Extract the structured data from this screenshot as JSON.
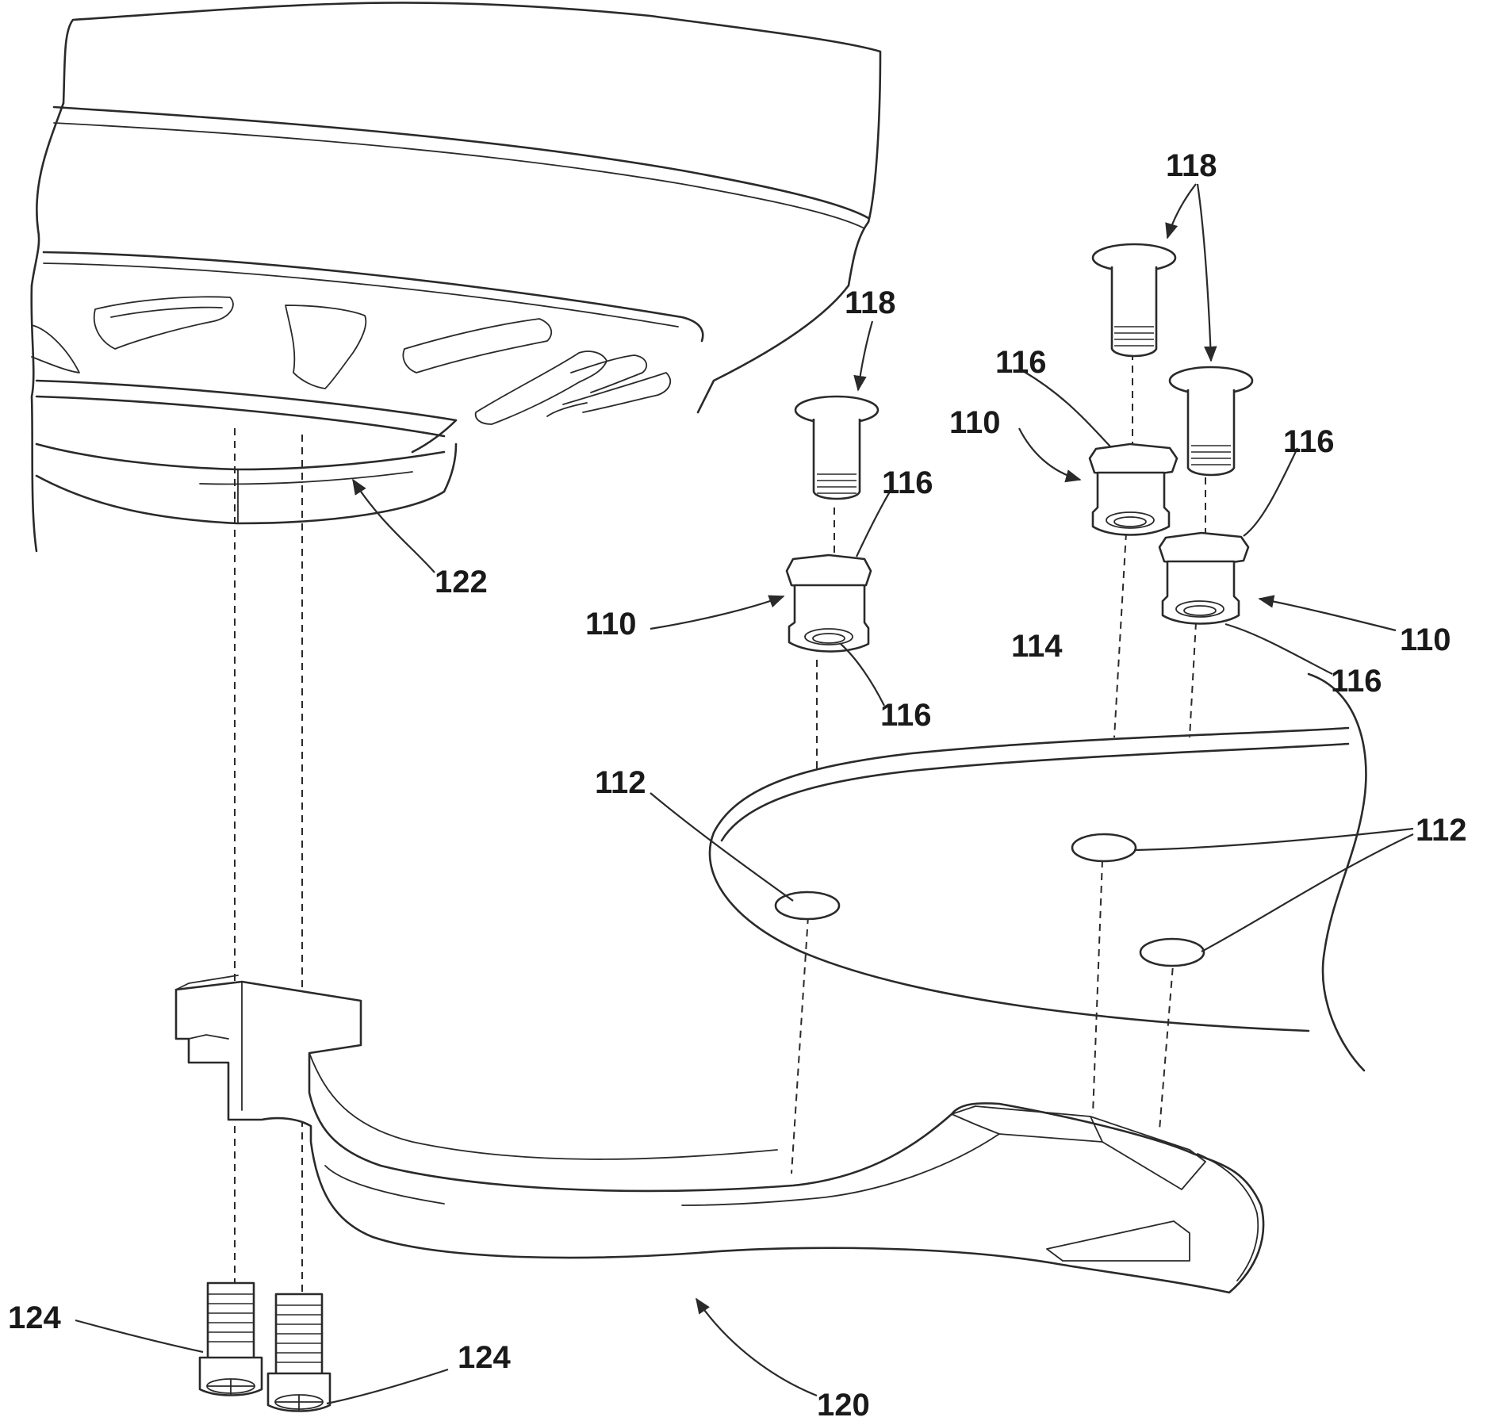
{
  "labels": {
    "ref_118_a": "118",
    "ref_118_b": "118",
    "ref_116_a": "116",
    "ref_116_b": "116",
    "ref_116_c": "116",
    "ref_116_d": "116",
    "ref_116_e": "116",
    "ref_110_a": "110",
    "ref_110_b": "110",
    "ref_110_c": "110",
    "ref_112_a": "112",
    "ref_112_b": "112",
    "ref_114": "114",
    "ref_122": "122",
    "ref_120": "120",
    "ref_124_a": "124",
    "ref_124_b": "124"
  },
  "colors": {
    "line": "#2a2a2a",
    "background": "#ffffff"
  }
}
